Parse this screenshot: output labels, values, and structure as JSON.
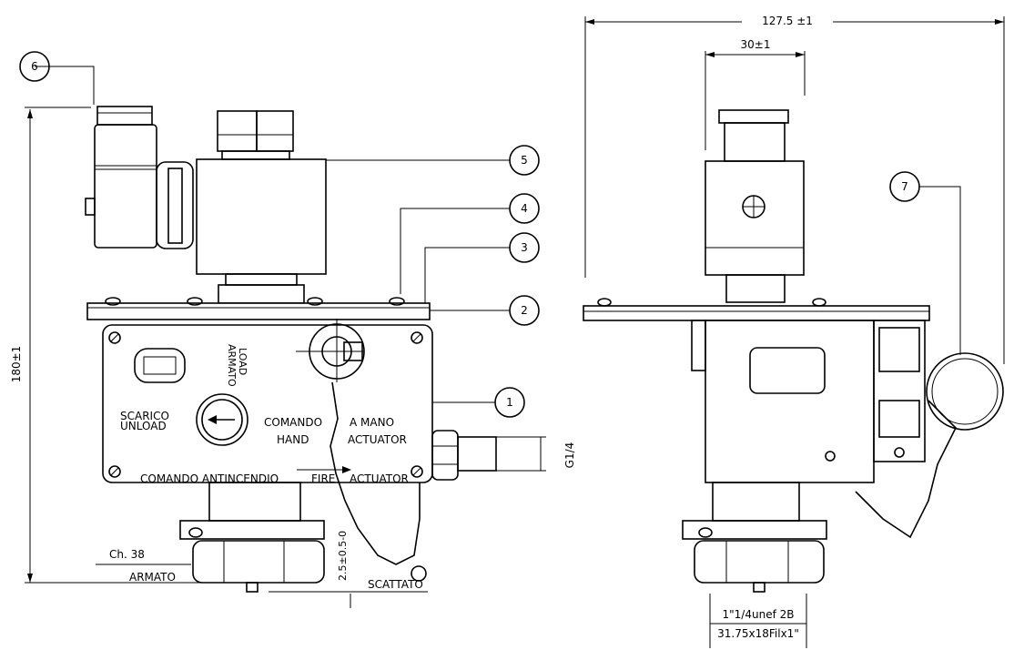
{
  "callouts": [
    {
      "id": "c1",
      "label": "1"
    },
    {
      "id": "c2",
      "label": "2"
    },
    {
      "id": "c3",
      "label": "3"
    },
    {
      "id": "c4",
      "label": "4"
    },
    {
      "id": "c5",
      "label": "5"
    },
    {
      "id": "c6",
      "label": "6"
    },
    {
      "id": "c7",
      "label": "7"
    }
  ],
  "dimensions": {
    "total_width": "127.5  ±1",
    "coil_width": "30±1",
    "height": "180±1",
    "port": "G1/4",
    "hex": "Ch. 38",
    "travel": "2.5±0.5-0",
    "thread_line1": "1\"1/4unef  2B",
    "thread_line2": "31.75x18Filx1\""
  },
  "panel_labels": {
    "armato": "ARMATO",
    "load": "LOAD",
    "scarico": "SCARICO",
    "unload": "UNLOAD",
    "comando": "COMANDO",
    "a_mano": "A  MANO",
    "hand": "HAND",
    "actuator": "ACTUATOR",
    "comando_antincendio": "COMANDO  ANTINCENDIO",
    "fire": "FIRE",
    "actuator2": "ACTUATOR"
  },
  "bottom_labels": {
    "armato": "ARMATO",
    "scattato": "SCATTATO"
  }
}
